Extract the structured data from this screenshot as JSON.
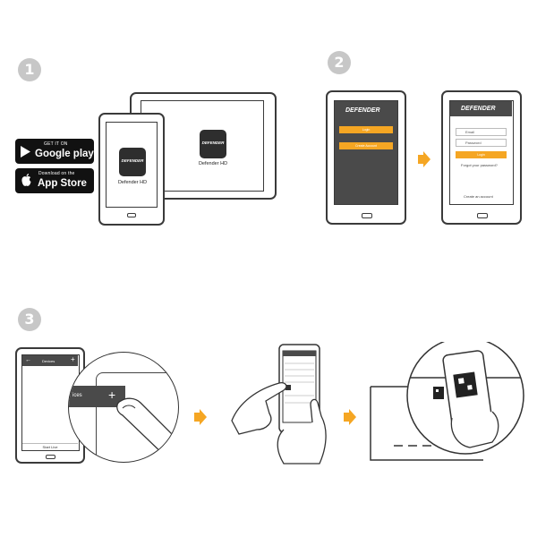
{
  "steps": [
    "1",
    "2",
    "3"
  ],
  "stores": {
    "google": {
      "top": "GET IT ON",
      "name": "Google play"
    },
    "apple": {
      "top": "Download on the",
      "name": "App Store"
    }
  },
  "app": {
    "icon_text": "DEFENDER",
    "phone_label": "Defender HD",
    "tablet_label": "Defender HD"
  },
  "login_splash": {
    "logo": "DEFENDER",
    "login": "Login",
    "create": "Create Account"
  },
  "login_form": {
    "logo": "DEFENDER",
    "email": "Email",
    "password": "Password",
    "login": "Login",
    "forgot": "Forgot your password?",
    "create": "Create an account"
  },
  "devices_screen": {
    "title": "Devices",
    "zoom_text": "ices",
    "footer": "Start Live"
  },
  "colors": {
    "accent": "#f5a623",
    "badge": "#c7c7c7",
    "dark": "#4a4a4a"
  }
}
